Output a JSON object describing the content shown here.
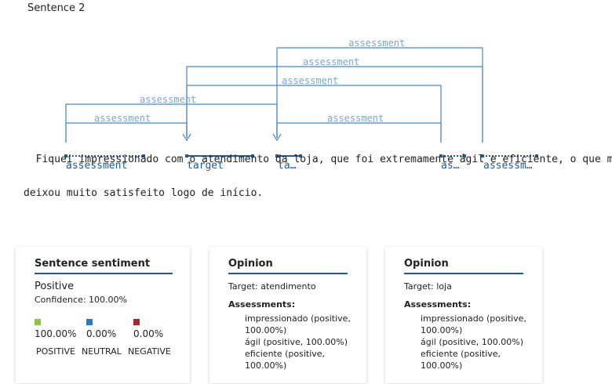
{
  "sentence_title": "Sentence 2",
  "text": {
    "line1": [
      {
        "t": "Fiquei ",
        "hl": false
      },
      {
        "t": "impressionado",
        "hl": true,
        "style": "dotted"
      },
      {
        "t": " com o ",
        "hl": false
      },
      {
        "t": "atendimento",
        "hl": true,
        "style": "solid"
      },
      {
        "t": " da ",
        "hl": false
      },
      {
        "t": "loja",
        "hl": true,
        "style": "solid"
      },
      {
        "t": ", que foi extremamente ",
        "hl": false
      },
      {
        "t": "ágil",
        "hl": true,
        "style": "dotted"
      },
      {
        "t": " e ",
        "hl": false
      },
      {
        "t": "eficiente",
        "hl": true,
        "style": "dotted"
      },
      {
        "t": ", o que me",
        "hl": false
      }
    ],
    "line2": "deixou muito satisfeito logo de início."
  },
  "tags": {
    "impressionado": "assessment",
    "atendimento": "target",
    "loja": "ta…",
    "agil": "as…",
    "eficiente": "assessm…"
  },
  "arc_label": "assessment",
  "colors": {
    "accent": "#1f5a99",
    "arc": "#4a86c5",
    "arc_label": "#7aa6cf",
    "positive": "#8dc63f",
    "neutral": "#2878c8",
    "negative": "#a4262c"
  },
  "sentiment_card": {
    "title": "Sentence sentiment",
    "label": "Positive",
    "confidence": "Confidence: 100.00%",
    "positive_pct": "100.00%",
    "neutral_pct": "0.00%",
    "negative_pct": "0.00%",
    "positive_label": "POSITIVE",
    "neutral_label": "NEUTRAL",
    "negative_label": "NEGATIVE"
  },
  "opinion_cards": [
    {
      "title": "Opinion",
      "target": "Target: atendimento",
      "assessments_heading": "Assessments:",
      "assessments": [
        "impressionado (positive, 100.00%)",
        "ágil (positive, 100.00%)",
        "eficiente (positive, 100.00%)"
      ]
    },
    {
      "title": "Opinion",
      "target": "Target: loja",
      "assessments_heading": "Assessments:",
      "assessments": [
        "impressionado (positive, 100.00%)",
        "ágil (positive, 100.00%)",
        "eficiente (positive, 100.00%)"
      ]
    }
  ]
}
